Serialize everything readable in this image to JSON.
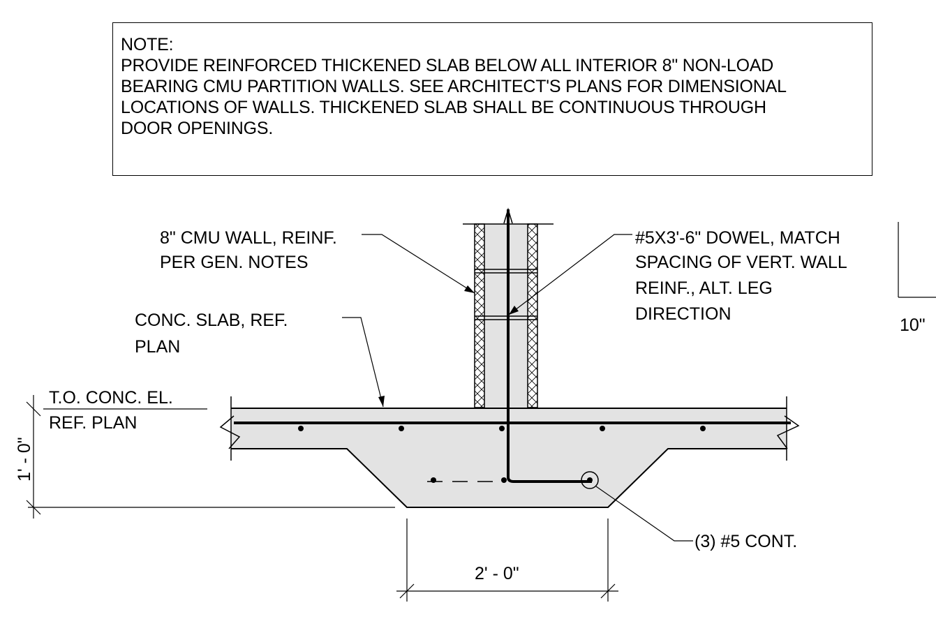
{
  "note": {
    "heading": "NOTE:",
    "lines": [
      "PROVIDE REINFORCED THICKENED SLAB BELOW ALL INTERIOR 8\" NON-LOAD",
      "BEARING CMU PARTITION WALLS. SEE ARCHITECT'S PLANS FOR DIMENSIONAL",
      "LOCATIONS OF WALLS. THICKENED SLAB SHALL BE CONTINUOUS THROUGH",
      "DOOR OPENINGS."
    ]
  },
  "callouts": {
    "cmu_wall": [
      "8\" CMU WALL, REINF.",
      "PER GEN. NOTES"
    ],
    "dowel": [
      "#5X3'-6\" DOWEL, MATCH",
      "SPACING OF VERT. WALL",
      "REINF., ALT. LEG",
      "DIRECTION"
    ],
    "slab": [
      "CONC. SLAB, REF.",
      "PLAN"
    ],
    "elevation": [
      "T.O. CONC. EL.",
      "REF. PLAN"
    ],
    "bars": "(3) #5 CONT."
  },
  "dimensions": {
    "depth": "1' - 0\"",
    "width": "2' - 0\"",
    "side": "10\""
  },
  "colors": {
    "line": "#000000",
    "concrete": "#e3e3e3",
    "background": "#ffffff"
  }
}
